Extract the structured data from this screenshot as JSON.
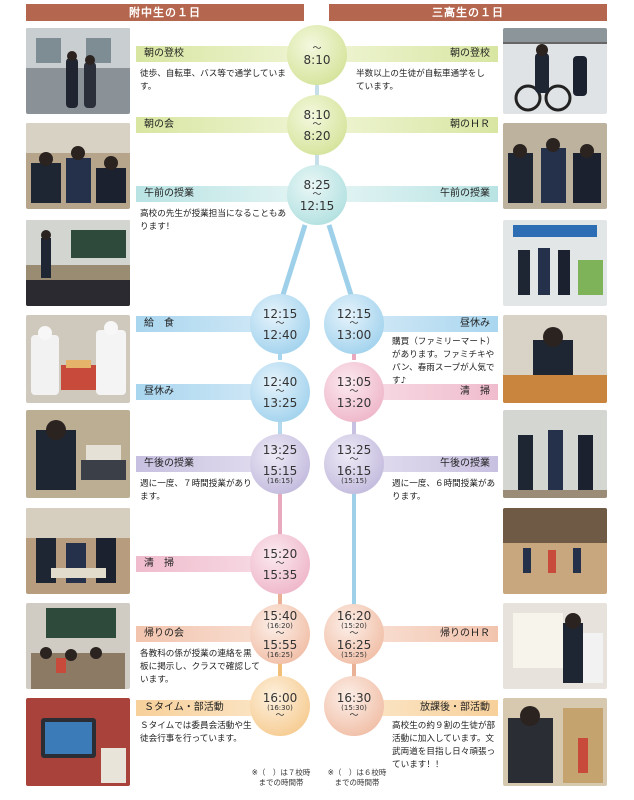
{
  "headers": {
    "left": "附中生の１日",
    "right": "三高生の１日"
  },
  "left": [
    {
      "label": "朝の登校",
      "desc": "徒歩、自転車、バス等で通学しています。"
    },
    {
      "label": "朝の会",
      "desc": ""
    },
    {
      "label": "午前の授業",
      "desc": "高校の先生が授業担当になることもあります！"
    },
    {
      "label": "給　食",
      "desc": ""
    },
    {
      "label": "昼休み",
      "desc": ""
    },
    {
      "label": "午後の授業",
      "desc": "週に一度、７時間授業があります。"
    },
    {
      "label": "清　掃",
      "desc": ""
    },
    {
      "label": "帰りの会",
      "desc": "各教科の係が授業の連絡を黒板に掲示し、クラスで確認しています。"
    },
    {
      "label": "Ｓタイム・部活動",
      "desc": "Ｓタイムでは委員会活動や生徒会行事を行っています。"
    }
  ],
  "right": [
    {
      "label": "朝の登校",
      "desc": "半数以上の生徒が自転車通学をしています。"
    },
    {
      "label": "朝のＨＲ",
      "desc": ""
    },
    {
      "label": "午前の授業",
      "desc": ""
    },
    {
      "label": "昼休み",
      "desc": "購買（ファミリーマート）があります。ファミチキやパン、春雨スープが人気です♪"
    },
    {
      "label": "清　掃",
      "desc": ""
    },
    {
      "label": "午後の授業",
      "desc": "週に一度、６時間授業があります。"
    },
    {
      "label": "帰りのＨＲ",
      "desc": ""
    },
    {
      "label": "放課後・部活動",
      "desc": "高校生の約９割の生徒が部活動に加入しています。文武両道を目指し日々頑張っています！！"
    }
  ],
  "times": {
    "shared": [
      {
        "tilde": "～",
        "start": "8:10",
        "end": ""
      },
      {
        "tilde": "～",
        "start": "8:10",
        "end": "8:20"
      },
      {
        "tilde": "～",
        "start": "8:25",
        "end": "12:15"
      }
    ],
    "left": [
      {
        "tilde": "～",
        "start": "12:15",
        "end": "12:40",
        "note": ""
      },
      {
        "tilde": "～",
        "start": "12:40",
        "end": "13:25",
        "note": ""
      },
      {
        "tilde": "～",
        "start": "13:25",
        "end": "15:15",
        "note": "(16:15)"
      },
      {
        "tilde": "～",
        "start": "15:20",
        "end": "15:35",
        "note": ""
      },
      {
        "tilde": "～",
        "start": "15:40",
        "end": "15:55",
        "note1": "(16:20)",
        "note2": "(16:25)"
      },
      {
        "tilde": "～",
        "start": "16:00",
        "end": "",
        "note": "(16:30)"
      }
    ],
    "right": [
      {
        "tilde": "～",
        "start": "12:15",
        "end": "13:00",
        "note": ""
      },
      {
        "tilde": "～",
        "start": "13:05",
        "end": "13:20",
        "note": ""
      },
      {
        "tilde": "～",
        "start": "13:25",
        "end": "16:15",
        "note": "(15:15)"
      },
      {
        "tilde": "～",
        "start": "16:20",
        "end": "16:25",
        "note1": "(15:20)",
        "note2": "(15:25)"
      },
      {
        "tilde": "～",
        "start": "16:30",
        "end": "",
        "note": "(15:30)"
      }
    ]
  },
  "footnotes": {
    "left_line1": "※（　）は７校時",
    "left_line2": "までの時間帯",
    "right_line1": "※（　）は６校時",
    "right_line2": "までの時間帯"
  },
  "colors": {
    "header": "#b5664e",
    "green": "#d8e6a2",
    "cyan": "#b9e3e3",
    "blue": "#a9d6ef",
    "purple": "#c8c0e0",
    "pink": "#f0bccd",
    "salmon": "#f2c4ae",
    "orange": "#f7d09a"
  }
}
